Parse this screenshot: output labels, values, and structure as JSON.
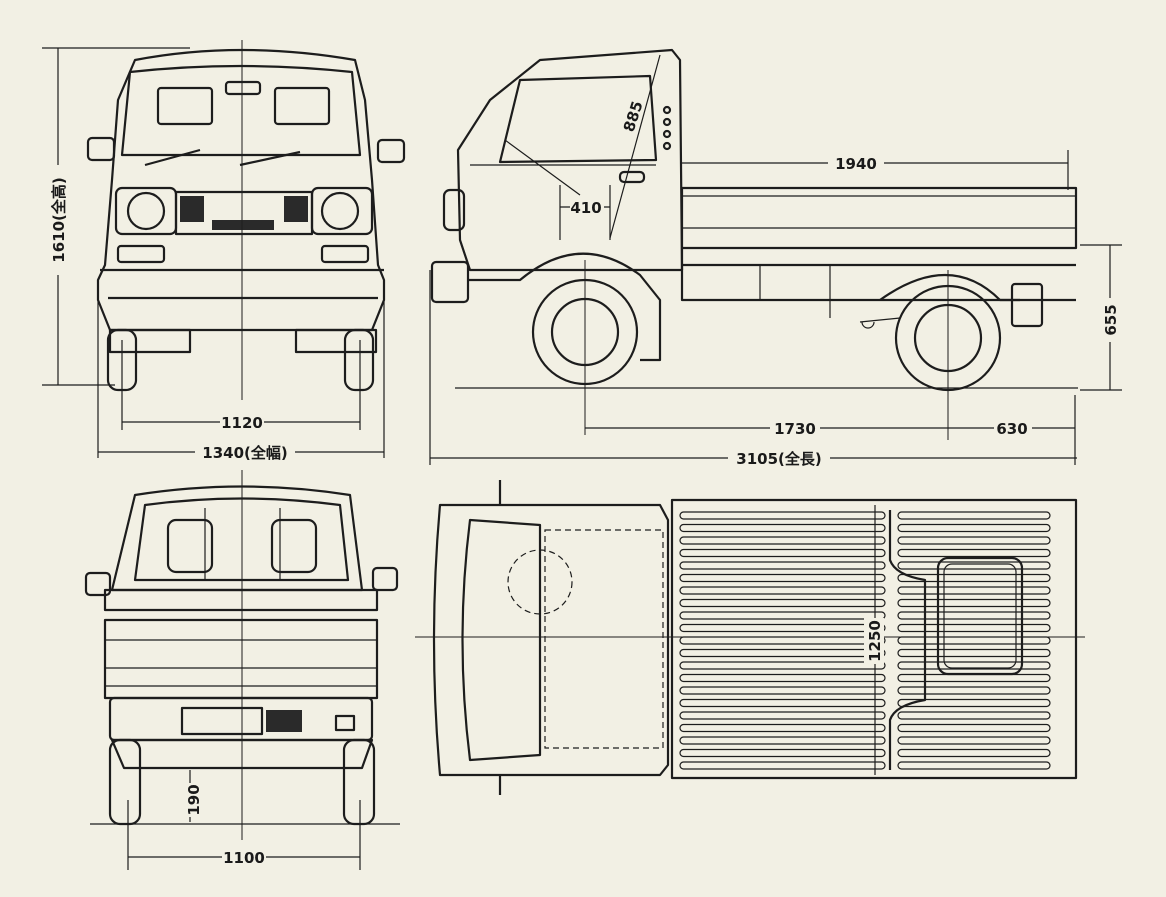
{
  "title": "Truck three-view dimension drawing",
  "dimensions": {
    "overall_height": "1610(全高)",
    "front_tread": "1120",
    "overall_width": "1340(全幅)",
    "door_diagonal": "885",
    "bed_length": "1940",
    "cab_offset": "410",
    "bed_floor_height": "655",
    "wheelbase": "1730",
    "rear_overhang": "630",
    "overall_length": "3105(全長)",
    "bed_width": "1250",
    "ground_clearance": "190",
    "rear_tread": "1100"
  },
  "colors": {
    "paper": "#f2f0e4",
    "ink": "#1d1d1d"
  }
}
